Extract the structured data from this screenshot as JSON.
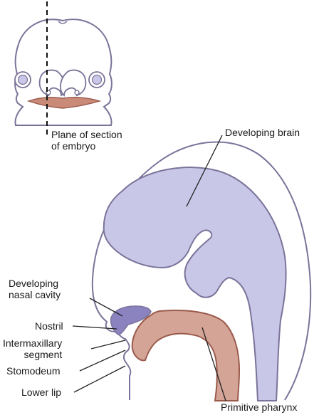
{
  "figure": {
    "labels": {
      "plane_of_section_line1": "Plane of section",
      "plane_of_section_line2": "of embryo",
      "developing_brain": "Developing brain",
      "developing_nasal_cavity_line1": "Developing",
      "developing_nasal_cavity_line2": "nasal cavity",
      "nostril": "Nostril",
      "intermaxillary_segment_line1": "Intermaxillary",
      "intermaxillary_segment_line2": "segment",
      "stomodeum": "Stomodeum",
      "lower_lip": "Lower lip",
      "primitive_pharynx": "Primitive pharynx"
    },
    "colors": {
      "outline": "#7b7399",
      "brain_fill": "#c9c7e8",
      "nasal_cavity_fill": "#8b83c0",
      "pharynx_fill": "#d4a597",
      "pharynx_stroke": "#9a5a4c",
      "mouth_fill": "#c98a78",
      "leader_line": "#222222"
    }
  }
}
